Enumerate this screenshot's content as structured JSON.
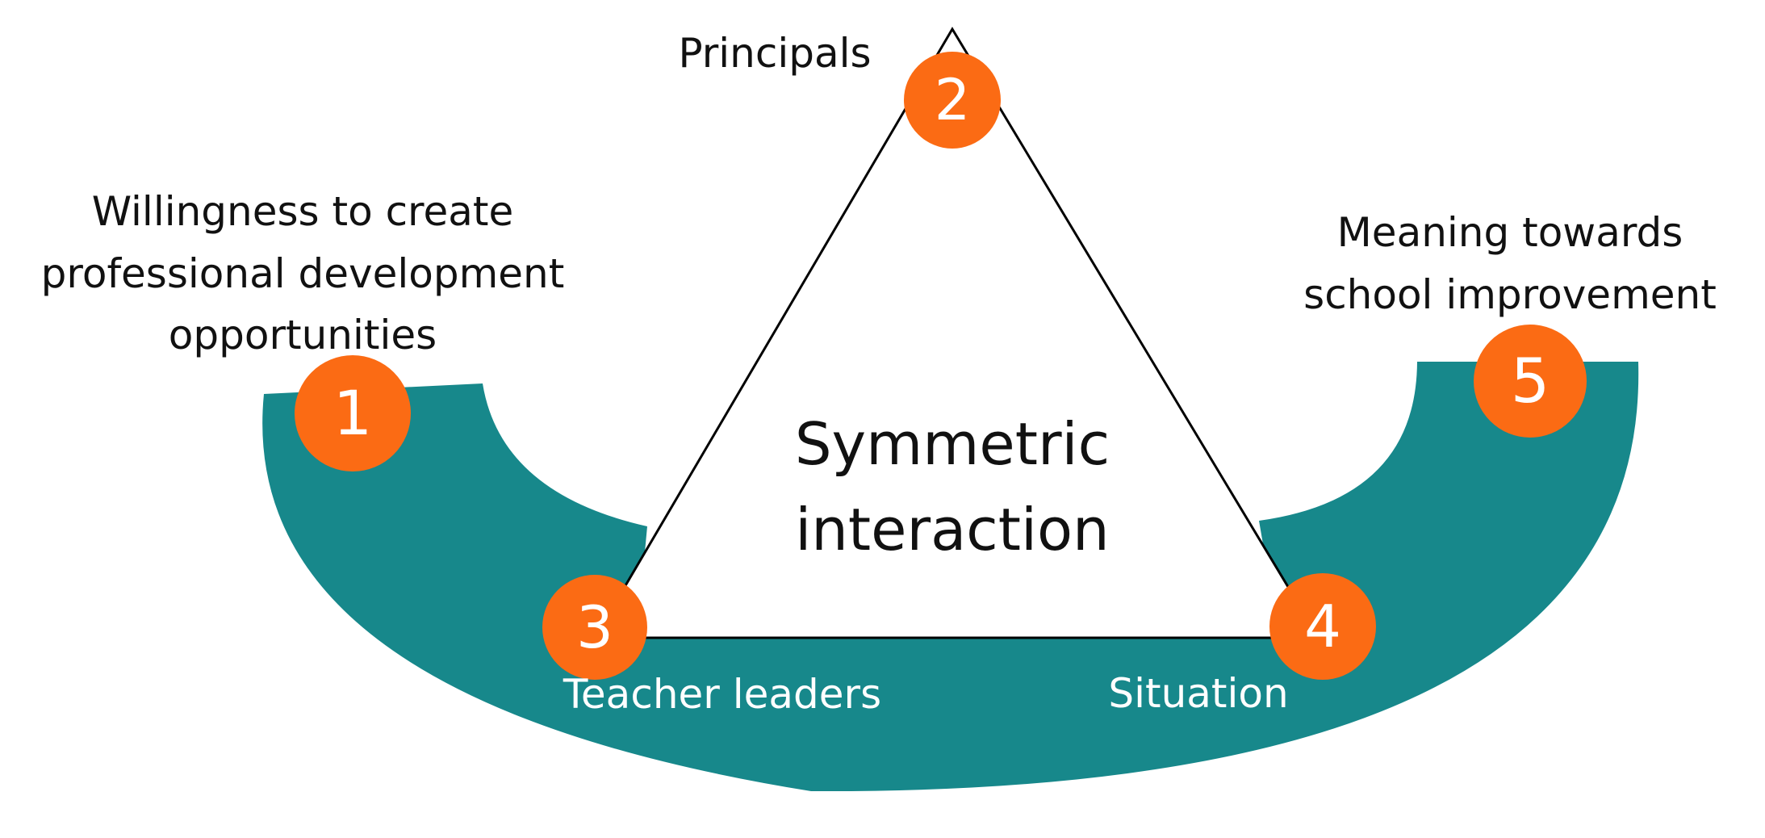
{
  "colors": {
    "band": "#17888b",
    "badge": "#fb6b14",
    "badge_text": "#ffffff",
    "label_dark": "#111111",
    "label_light": "#ffffff",
    "triangle_stroke": "#000000"
  },
  "diagram": {
    "center_label_line1": "Symmetric",
    "center_label_line2": "interaction",
    "nodes": [
      {
        "number": "1",
        "label_lines": [
          "Willingness to create",
          "professional development",
          "opportunities"
        ]
      },
      {
        "number": "2",
        "label_lines": [
          "Principals"
        ]
      },
      {
        "number": "3",
        "label_lines": [
          "Teacher leaders"
        ]
      },
      {
        "number": "4",
        "label_lines": [
          "Situation"
        ]
      },
      {
        "number": "5",
        "label_lines": [
          "Meaning towards",
          "school improvement"
        ]
      }
    ]
  }
}
